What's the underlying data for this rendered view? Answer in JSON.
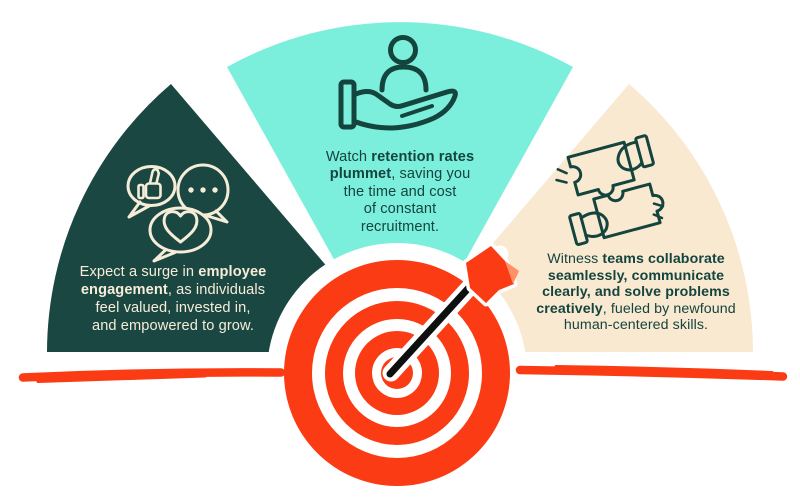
{
  "canvas": {
    "background": "#FFFFFF"
  },
  "colors": {
    "dark_teal": "#1A4742",
    "light_teal": "#7BEFDB",
    "cream": "#F9E9D1",
    "red": "#FB3B13",
    "peach": "#FF9169",
    "cream_text": "#F6EDD8",
    "dark_text": "#14443E",
    "shaft_black": "#0D100F",
    "white": "#FFFFFF"
  },
  "wedges": {
    "left": {
      "icon": "speech-bubbles-icon",
      "lines": [
        [
          {
            "t": "Expect a surge in ",
            "b": false
          },
          {
            "t": "employee",
            "b": true
          }
        ],
        [
          {
            "t": "engagement",
            "b": true
          },
          {
            "t": ", as individuals",
            "b": false
          }
        ],
        [
          {
            "t": "feel valued, invested in,",
            "b": false
          }
        ],
        [
          {
            "t": "and empowered to grow.",
            "b": false
          }
        ]
      ]
    },
    "top": {
      "icon": "hand-holding-person-icon",
      "lines": [
        [
          {
            "t": "Watch ",
            "b": false
          },
          {
            "t": "retention rates",
            "b": true
          }
        ],
        [
          {
            "t": "plummet",
            "b": true
          },
          {
            "t": ", saving you",
            "b": false
          }
        ],
        [
          {
            "t": "the time and cost",
            "b": false
          }
        ],
        [
          {
            "t": "of constant",
            "b": false
          }
        ],
        [
          {
            "t": "recruitment.",
            "b": false
          }
        ]
      ]
    },
    "right": {
      "icon": "puzzle-hands-icon",
      "lines": [
        [
          {
            "t": "Witness ",
            "b": false
          },
          {
            "t": "teams collaborate",
            "b": true
          }
        ],
        [
          {
            "t": "seamlessly, communicate",
            "b": true
          }
        ],
        [
          {
            "t": "clearly, and solve problems",
            "b": true
          }
        ],
        [
          {
            "t": "creatively",
            "b": true
          },
          {
            "t": ", fueled by newfound",
            "b": false
          }
        ],
        [
          {
            "t": "human-centered skills.",
            "b": false
          }
        ]
      ]
    }
  },
  "decor": {
    "target": "bullseye-target",
    "dart": "dart-arrow",
    "underline": "brush-stroke-line"
  }
}
